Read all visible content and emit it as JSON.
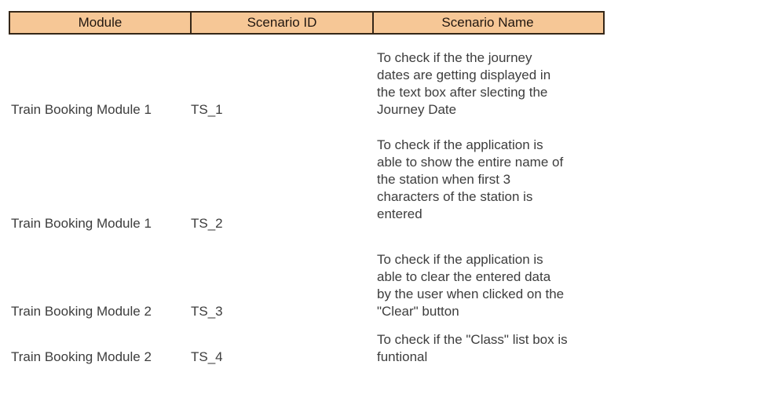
{
  "table": {
    "columns": [
      {
        "label": "Module"
      },
      {
        "label": "Scenario ID"
      },
      {
        "label": "Scenario Name"
      }
    ],
    "rows": [
      {
        "module": "Train Booking Module 1",
        "scenario_id": "TS_1",
        "scenario_name": "To check if the the journey\ndates are getting displayed in\nthe text box after slecting the\nJourney Date"
      },
      {
        "module": "Train Booking Module 1",
        "scenario_id": "TS_2",
        "scenario_name": "To check if the application is\nable to show the entire name of\nthe station when first 3\ncharacters of the station is\nentered"
      },
      {
        "module": "Train Booking Module 2",
        "scenario_id": "TS_3",
        "scenario_name": "To check if the application is\nable to clear the entered data\nby the user when clicked on the\n\"Clear\" button"
      },
      {
        "module": "Train Booking Module 2",
        "scenario_id": "TS_4",
        "scenario_name": "To check if the \"Class\" list box is\nfuntional"
      }
    ]
  },
  "colors": {
    "header_fill": "#F6C796",
    "header_border": "#352718",
    "header_text": "#211710",
    "body_text": "#3D3D3D"
  }
}
